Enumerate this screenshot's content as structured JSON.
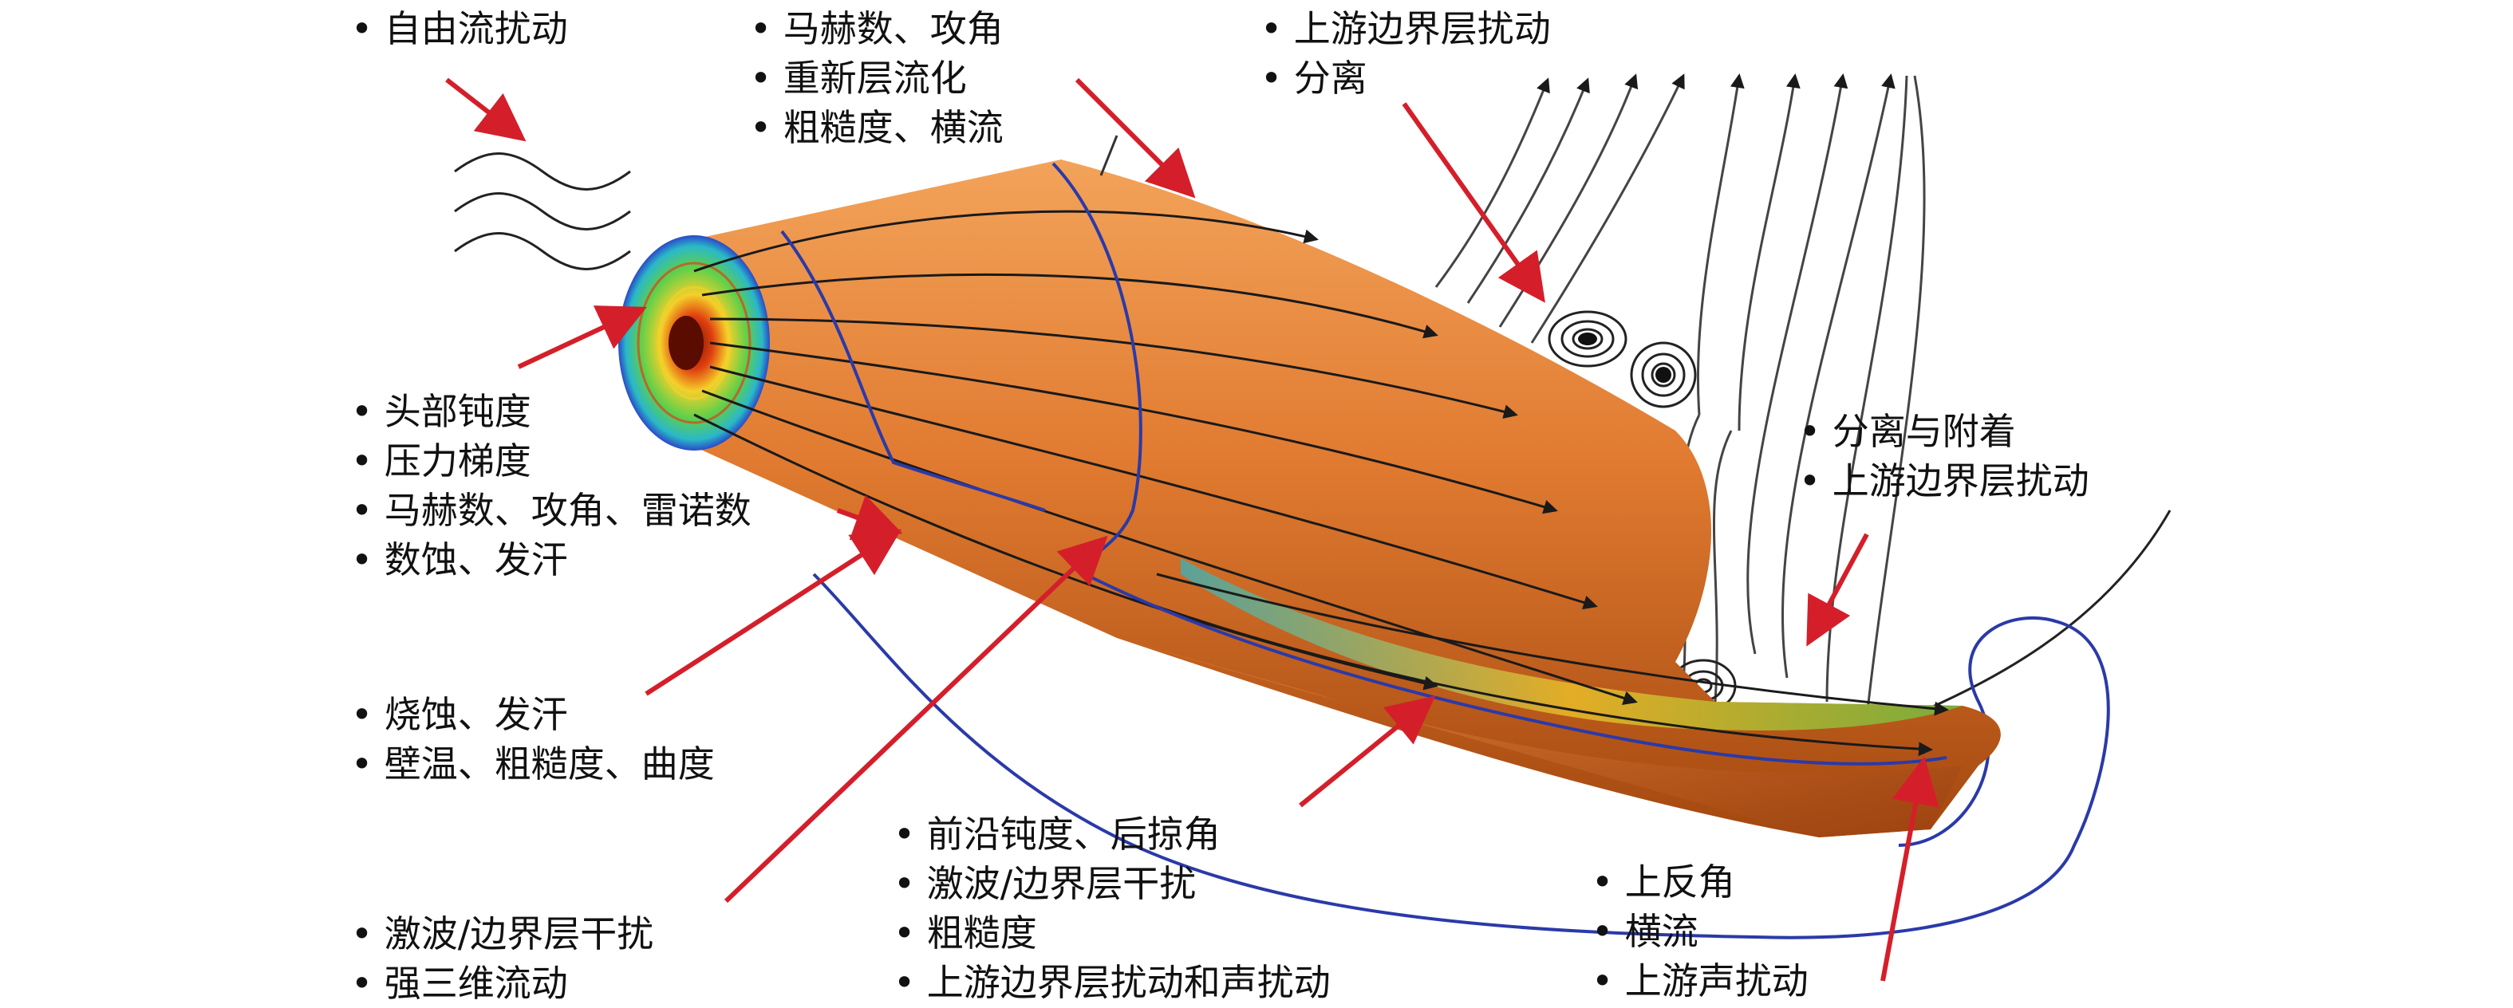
{
  "labels": {
    "freestream": [
      "自由流扰动"
    ],
    "mach_top": [
      "马赫数、攻角",
      "重新层流化",
      "粗糙度、横流"
    ],
    "upstream_top": [
      "上游边界层扰动",
      "分离"
    ],
    "nose": [
      "头部钝度",
      "压力梯度",
      "马赫数、攻角、雷诺数",
      "数蚀、发汗"
    ],
    "ablation": [
      "烧蚀、发汗",
      "壁温、粗糙度、曲度"
    ],
    "shock_left": [
      "激波/边界层干扰",
      "强三维流动"
    ],
    "leading_edge": [
      "前沿钝度、后掠角",
      "激波/边界层干扰",
      "粗糙度",
      "上游边界层扰动和声扰动"
    ],
    "separation_right": [
      "分离与附着",
      "上游边界层扰动"
    ],
    "dihedral": [
      "上反角",
      "横流",
      "上游声扰动"
    ]
  },
  "colors": {
    "arrow": "#d41f2a",
    "body": "#e07a30",
    "body_shadow": "#b8561a",
    "streamline": "#1a1a1a",
    "shock_line": "#2b3aa8",
    "wake_streamline": "#444444"
  }
}
